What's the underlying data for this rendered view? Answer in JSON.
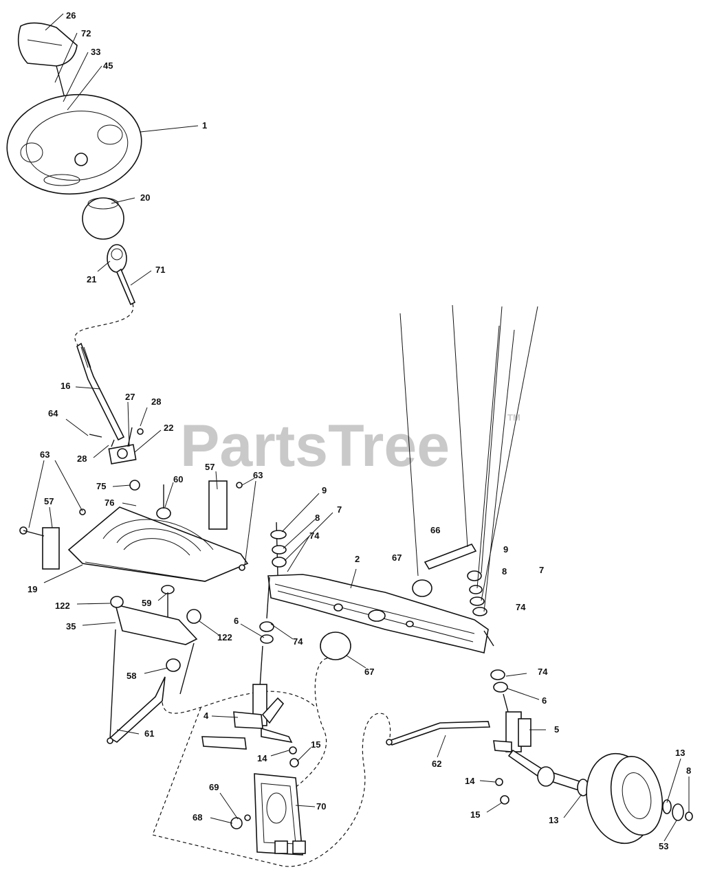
{
  "watermark": {
    "text": "PartsTree",
    "tm": "TM"
  },
  "callouts": [
    {
      "id": "26",
      "text": "26"
    },
    {
      "id": "72",
      "text": "72"
    },
    {
      "id": "33",
      "text": "33"
    },
    {
      "id": "45",
      "text": "45"
    },
    {
      "id": "1",
      "text": "1"
    },
    {
      "id": "20",
      "text": "20"
    },
    {
      "id": "21",
      "text": "21"
    },
    {
      "id": "71",
      "text": "71"
    },
    {
      "id": "16",
      "text": "16"
    },
    {
      "id": "27",
      "text": "27"
    },
    {
      "id": "28a",
      "text": "28"
    },
    {
      "id": "64",
      "text": "64"
    },
    {
      "id": "28b",
      "text": "28"
    },
    {
      "id": "22",
      "text": "22"
    },
    {
      "id": "63a",
      "text": "63"
    },
    {
      "id": "57a",
      "text": "57"
    },
    {
      "id": "63b",
      "text": "63"
    },
    {
      "id": "75",
      "text": "75"
    },
    {
      "id": "60",
      "text": "60"
    },
    {
      "id": "76",
      "text": "76"
    },
    {
      "id": "57b",
      "text": "57"
    },
    {
      "id": "19",
      "text": "19"
    },
    {
      "id": "59",
      "text": "59"
    },
    {
      "id": "122a",
      "text": "122"
    },
    {
      "id": "35",
      "text": "35"
    },
    {
      "id": "122b",
      "text": "122"
    },
    {
      "id": "58",
      "text": "58"
    },
    {
      "id": "61",
      "text": "61"
    },
    {
      "id": "9a",
      "text": "9"
    },
    {
      "id": "8a",
      "text": "8"
    },
    {
      "id": "7a",
      "text": "7"
    },
    {
      "id": "74a",
      "text": "74"
    },
    {
      "id": "2",
      "text": "2"
    },
    {
      "id": "67a",
      "text": "67"
    },
    {
      "id": "66",
      "text": "66"
    },
    {
      "id": "9b",
      "text": "9"
    },
    {
      "id": "8b",
      "text": "8"
    },
    {
      "id": "7b",
      "text": "7"
    },
    {
      "id": "74b",
      "text": "74"
    },
    {
      "id": "6a",
      "text": "6"
    },
    {
      "id": "74c",
      "text": "74"
    },
    {
      "id": "67b",
      "text": "67"
    },
    {
      "id": "74d",
      "text": "74"
    },
    {
      "id": "6b",
      "text": "6"
    },
    {
      "id": "4",
      "text": "4"
    },
    {
      "id": "15a",
      "text": "15"
    },
    {
      "id": "14a",
      "text": "14"
    },
    {
      "id": "5",
      "text": "5"
    },
    {
      "id": "62",
      "text": "62"
    },
    {
      "id": "69",
      "text": "69"
    },
    {
      "id": "70",
      "text": "70"
    },
    {
      "id": "68",
      "text": "68"
    },
    {
      "id": "14b",
      "text": "14"
    },
    {
      "id": "15b",
      "text": "15"
    },
    {
      "id": "13a",
      "text": "13"
    },
    {
      "id": "8c",
      "text": "8"
    },
    {
      "id": "13b",
      "text": "13"
    },
    {
      "id": "53",
      "text": "53"
    }
  ]
}
